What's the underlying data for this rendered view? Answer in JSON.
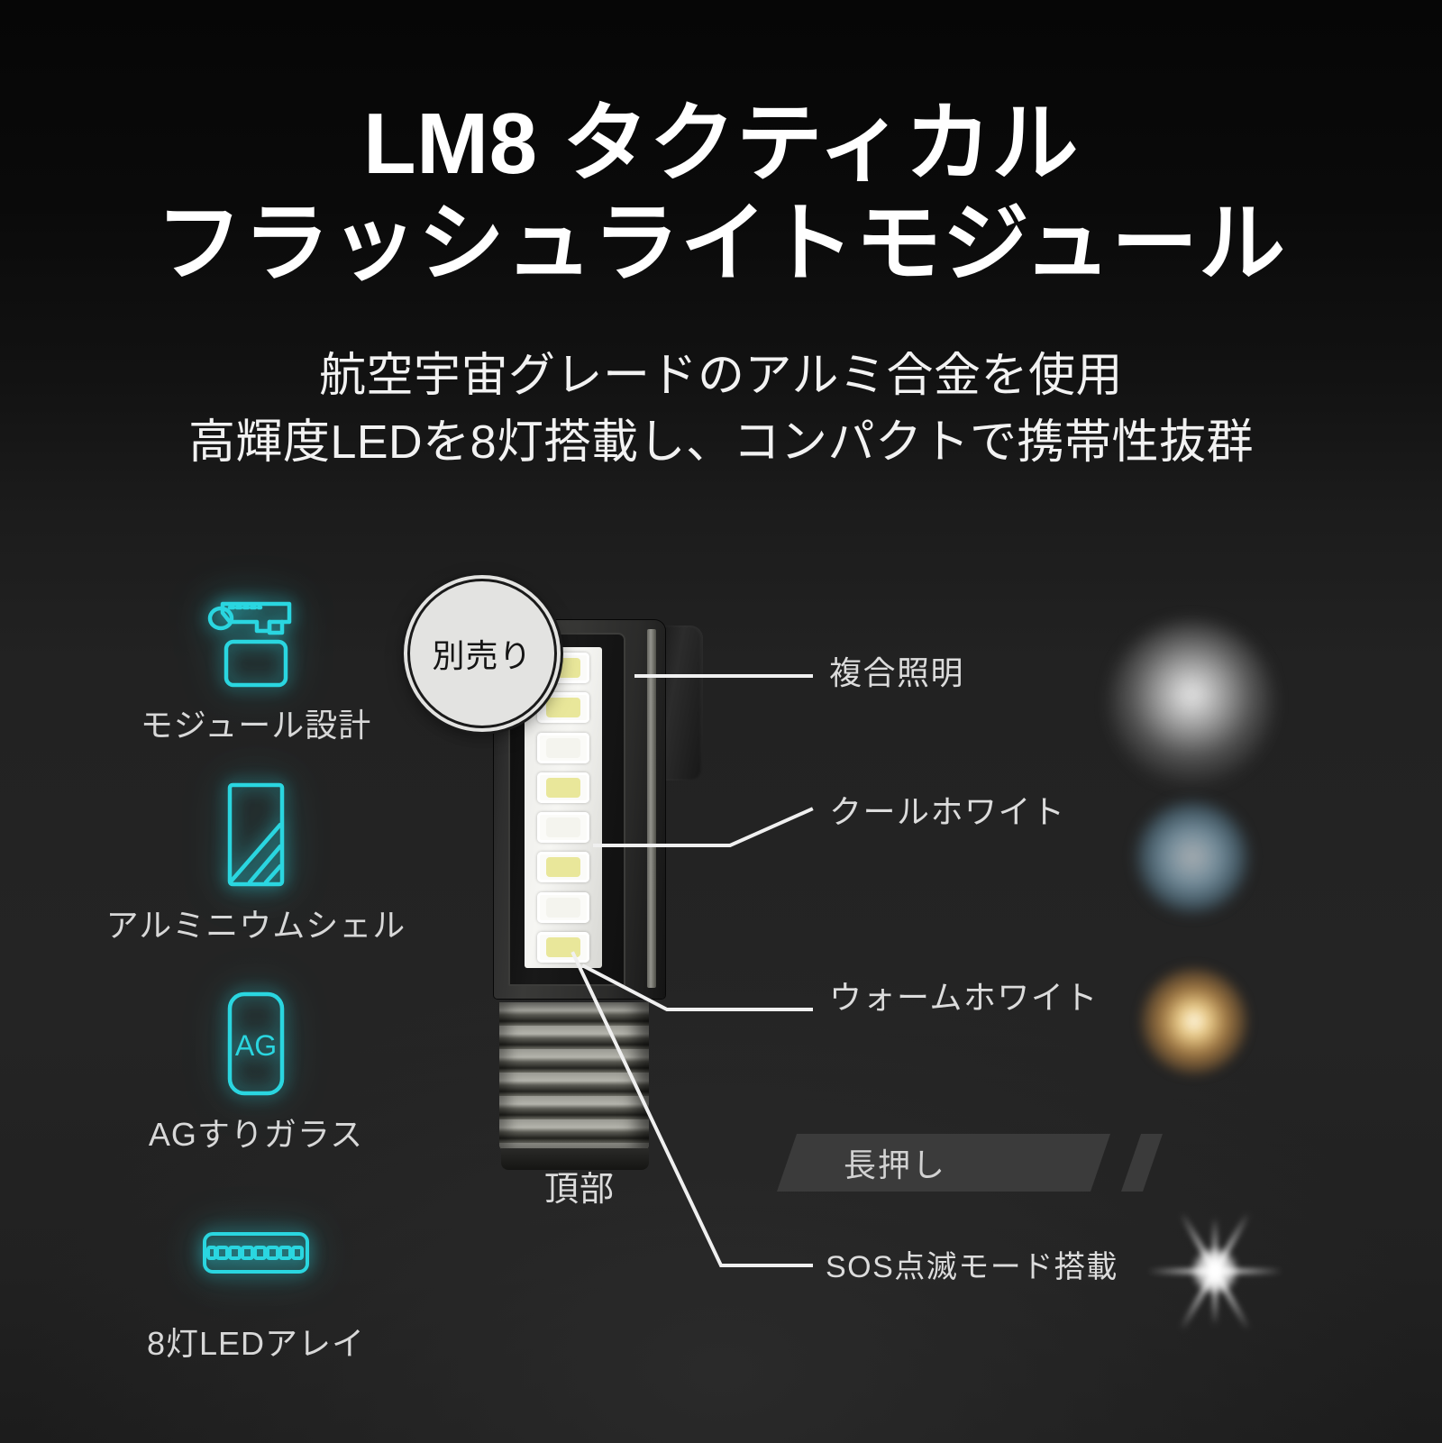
{
  "header": {
    "title_line1": "LM8 タクティカル",
    "title_line2": "フラッシュライトモジュール",
    "subtitle_line1": "航空宇宙グレードのアルミ合金を使用",
    "subtitle_line2": "高輝度LEDを8灯搭載し、コンパクトで携帯性抜群"
  },
  "features": [
    {
      "label": "モジュール設計",
      "icon": "rail-mount-module-icon"
    },
    {
      "label": "アルミニウムシェル",
      "icon": "aluminum-shell-icon"
    },
    {
      "label": "AGすりガラス",
      "icon": "ag-frosted-glass-icon",
      "glyph": "AG"
    },
    {
      "label": "8灯LEDアレイ",
      "icon": "led-array-icon"
    }
  ],
  "product": {
    "badge": "別売り",
    "caption": "頂部",
    "led_count": 8,
    "led_types": [
      "warm",
      "warm",
      "cool",
      "warm",
      "cool",
      "warm",
      "cool",
      "warm"
    ]
  },
  "callouts": {
    "composite": "複合照明",
    "cool_white": "クールホワイト",
    "warm_white": "ウォームホワイト",
    "sos": "SOS点滅モード搭載"
  },
  "banner": {
    "press_and_hold": "長押し"
  },
  "colors": {
    "accent_cyan": "#2ad6e0",
    "text_primary": "#ffffff",
    "text_secondary": "#dcdcdc",
    "background_top": "#060606",
    "background_bottom": "#232323",
    "warm_white": "#e9a855",
    "cool_white": "#9fc2d8",
    "banner_gray": "#3b3b3b"
  }
}
